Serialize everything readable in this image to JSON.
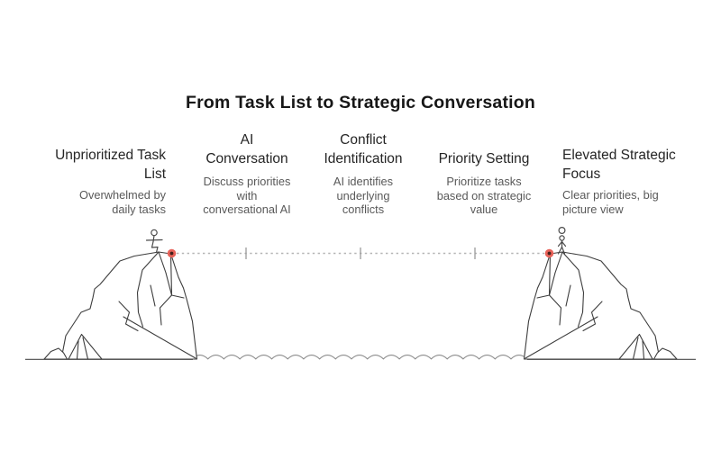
{
  "title": "From Task List to Strategic Conversation",
  "stages": [
    {
      "heading": "Unprioritized Task\nList",
      "description": "Overwhelmed by\ndaily tasks"
    },
    {
      "heading": "AI\nConversation",
      "description": "Discuss priorities\nwith\nconversational AI"
    },
    {
      "heading": "Conflict\nIdentification",
      "description": "AI identifies\nunderlying\nconflicts"
    },
    {
      "heading": "Priority Setting",
      "description": "Prioritize tasks\nbased on strategic\nvalue"
    },
    {
      "heading": "Elevated Strategic\nFocus",
      "description": "Clear priorities, big\npicture view"
    }
  ],
  "illustration": {
    "left_cliff": "rocky cliff with crouching stick figure at edge",
    "right_cliff": "mirrored rocky cliff with standing stick figure at edge",
    "rope": "dotted tightrope line with 3 tick marks connecting two red anchor points",
    "water": "wavy water line between the cliffs above a ground line",
    "colors": {
      "marker_red": "#E8635A",
      "marker_core": "#43201B",
      "line_dark": "#3D3D3D",
      "rope_gray": "#B5B5B5",
      "tick_gray": "#9A9A9A",
      "wave_gray": "#8C8C8C",
      "ground_gray": "#4A4A4A"
    }
  }
}
